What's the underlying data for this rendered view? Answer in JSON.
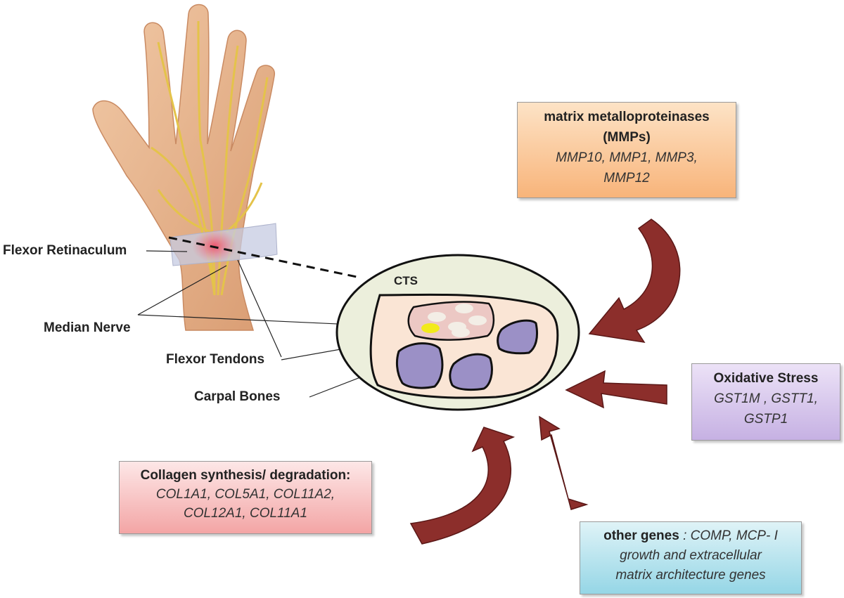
{
  "labels": {
    "flexor_retinaculum": "Flexor Retinaculum",
    "median_nerve": "Median Nerve",
    "flexor_tendons": "Flexor Tendons",
    "carpal_bones": "Carpal Bones",
    "cts": "CTS"
  },
  "mmp": {
    "title_line1": "matrix metalloproteinases",
    "title_line2": "(MMPs)",
    "genes_line1": "MMP10, MMP1, MMP3,",
    "genes_line2": "MMP12"
  },
  "oxidative": {
    "title": "Oxidative Stress",
    "genes_line1": "GST1M , GSTT1,",
    "genes_line2": "GSTP1"
  },
  "collagen": {
    "title": "Collagen synthesis/ degradation:",
    "genes_line1": "COL1A1, COL5A1, COL11A2,",
    "genes_line2": "COL12A1, COL11A1"
  },
  "other": {
    "title": "other genes",
    "genes_inline": " : COMP, MCP- I",
    "line2": "growth and extracellular",
    "line3": "matrix architecture genes"
  },
  "colors": {
    "arrow": "#8c2e2b",
    "ellipse_fill": "#ecefdc",
    "skin": "#e7b48c",
    "nerve": "#e4c34a",
    "bone": "#9b90c6"
  }
}
